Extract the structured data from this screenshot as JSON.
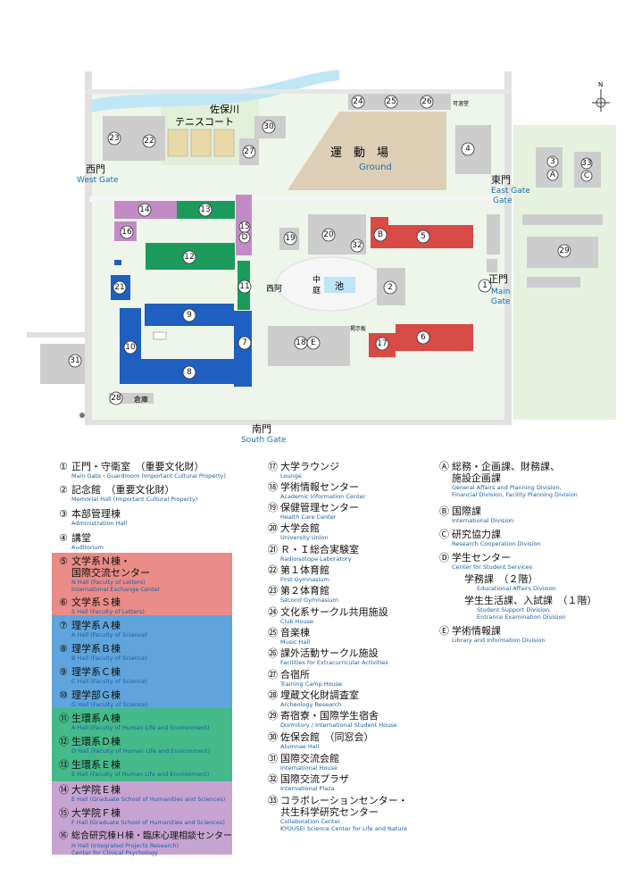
{
  "compass": "N",
  "river": "佐保川",
  "places": {
    "tennis": "テニスコート",
    "ground_jp": "運　動　場",
    "ground_en": "Ground",
    "pond": "池",
    "courtyard": "中庭",
    "west_arbor": "西阿",
    "keiji": "掲示板",
    "soko": "倉庫",
    "kasoujo": "可溶堂"
  },
  "gates": {
    "west": {
      "jp": "西門",
      "en": "West Gate"
    },
    "east": {
      "jp": "東門",
      "en": "East Gate"
    },
    "main": {
      "jp": "正門",
      "en": "Main Gate"
    },
    "south": {
      "jp": "南門",
      "en": "South Gate"
    }
  },
  "map_numbers": [
    "1",
    "2",
    "3",
    "4",
    "5",
    "6",
    "7",
    "8",
    "9",
    "10",
    "11",
    "12",
    "13",
    "14",
    "15",
    "16",
    "17",
    "18",
    "19",
    "20",
    "21",
    "22",
    "23",
    "24",
    "25",
    "26",
    "27",
    "28",
    "29",
    "30",
    "31",
    "32",
    "33",
    "A",
    "B",
    "C",
    "D",
    "E"
  ],
  "colors": {
    "red": "#d84a45",
    "blue": "#1f5fbf",
    "green": "#1b9a5c",
    "purple": "#c38bc5",
    "building": "#cdcdcd",
    "ground": "#dccfb6",
    "grass": "#e6f1df",
    "river": "#bfe6f5",
    "band_red": "#e98b86",
    "band_blue": "#5fa4dc",
    "band_green": "#44b98a",
    "band_purple": "#c7a3d1"
  },
  "legend_col1": [
    {
      "mark": "①",
      "jp": "正門・守衛室　（重要文化財）",
      "en": [
        "Main Gate・Guardroom (Important Cultural Property)"
      ]
    },
    {
      "mark": "②",
      "jp": "記念館　（重要文化財）",
      "en": [
        "Memorial Hall (Important Cultural Property)"
      ]
    },
    {
      "mark": "③",
      "jp": "本部管理棟",
      "en": [
        "Administration Hall"
      ]
    },
    {
      "mark": "④",
      "jp": "講堂",
      "en": [
        "Auditorium"
      ]
    },
    {
      "mark": "⑤",
      "jp": "文学系Ｎ棟・",
      "jp2": "国際交流センター",
      "en": [
        "N Hall (Faculty of Letters)",
        "International Exchange Center"
      ]
    },
    {
      "mark": "⑥",
      "jp": "文学系Ｓ棟",
      "en": [
        "S Hall (Faculty of Letters)"
      ]
    },
    {
      "mark": "⑦",
      "jp": "理学系Ａ棟",
      "en": [
        "A Hall (Faculty of Science)"
      ]
    },
    {
      "mark": "⑧",
      "jp": "理学系Ｂ棟",
      "en": [
        "B Hall (Faculty of Science)"
      ]
    },
    {
      "mark": "⑨",
      "jp": "理学系Ｃ棟",
      "en": [
        "C Hall (Faculty of Science)"
      ]
    },
    {
      "mark": "⑩",
      "jp": "理学部Ｇ棟",
      "en": [
        "G Hall (Faculty of Science)"
      ]
    },
    {
      "mark": "⑪",
      "jp": "生環系Ａ棟",
      "en": [
        "A Hall (Faculty of Human Life and Environment)"
      ]
    },
    {
      "mark": "⑫",
      "jp": "生環系Ｄ棟",
      "en": [
        "D Hall (Faculty of Human Life and Environment)"
      ]
    },
    {
      "mark": "⑬",
      "jp": "生環系Ｅ棟",
      "en": [
        "E Hall (Faculty of Human Life and Environment)"
      ]
    },
    {
      "mark": "⑭",
      "jp": "大学院Ｅ棟",
      "en": [
        "E Hall (Graduate School of Humanities and Sciences)"
      ]
    },
    {
      "mark": "⑮",
      "jp": "大学院Ｆ棟",
      "en": [
        "F Hall (Graduate School of Humanities and Sciences)"
      ]
    },
    {
      "mark": "⑯",
      "jp": "総合研究棟Ｈ棟・臨床心理相談センター",
      "en": [
        "H Hall (Integrated Projects Research)",
        "Center for Clinical Psychology"
      ]
    }
  ],
  "legend_col2": [
    {
      "mark": "⑰",
      "jp": "大学ラウンジ",
      "en": [
        "Lounge"
      ]
    },
    {
      "mark": "⑱",
      "jp": "学術情報センター",
      "en": [
        "Academic Information Center"
      ]
    },
    {
      "mark": "⑲",
      "jp": "保健管理センター",
      "en": [
        "Health Care Center"
      ]
    },
    {
      "mark": "⑳",
      "jp": "大学会館",
      "en": [
        "University Union"
      ]
    },
    {
      "mark": "㉑",
      "jp": "Ｒ・Ｉ総合実験室",
      "en": [
        "Radioisotope Laboratory"
      ]
    },
    {
      "mark": "㉒",
      "jp": "第１体育館",
      "en": [
        "First Gymnasium"
      ]
    },
    {
      "mark": "㉓",
      "jp": "第２体育館",
      "en": [
        "Second Gymnasium"
      ]
    },
    {
      "mark": "㉔",
      "jp": "文化系サークル共用施設",
      "en": [
        "Club House"
      ]
    },
    {
      "mark": "㉕",
      "jp": "音楽棟",
      "en": [
        "Music Hall"
      ]
    },
    {
      "mark": "㉖",
      "jp": "課外活動サークル施設",
      "en": [
        "Facilities for Extracurricular Activities"
      ]
    },
    {
      "mark": "㉗",
      "jp": "合宿所",
      "en": [
        "Training Camp House"
      ]
    },
    {
      "mark": "㉘",
      "jp": "埋蔵文化財調査室",
      "en": [
        "Archeology Research"
      ]
    },
    {
      "mark": "㉙",
      "jp": "寄宿寮・国際学生宿舎",
      "en": [
        "Dormitory / International Student House"
      ]
    },
    {
      "mark": "㉚",
      "jp": "佐保会館　（同窓会）",
      "en": [
        "Alumnae Hall"
      ]
    },
    {
      "mark": "㉛",
      "jp": "国際交流会館",
      "en": [
        "International House"
      ]
    },
    {
      "mark": "㉜",
      "jp": "国際交流プラザ",
      "en": [
        "International Plaza"
      ]
    },
    {
      "mark": "㉝",
      "jp": "コラボレーションセンター・",
      "jp2": "共生科学研究センター",
      "en": [
        "Collaboration Center",
        "KYOUSEI  Science Center for Life and Nature"
      ]
    }
  ],
  "legend_col3": [
    {
      "mark": "Ⓐ",
      "jp": "総務・企画課、財務課、",
      "jp2": "施設企画課",
      "en": [
        "General Affairs and Planning Division,",
        "Financial Division, Facility Planning Division"
      ]
    },
    {
      "mark": "Ⓑ",
      "jp": "国際課",
      "en": [
        "International Division"
      ]
    },
    {
      "mark": "Ⓒ",
      "jp": "研究協力課",
      "en": [
        "Research Cooperation Division"
      ]
    },
    {
      "mark": "Ⓓ",
      "jp": "学生センター",
      "en": [
        "Center for Student Services"
      ]
    },
    {
      "mark": "",
      "jp": "学務課　（２階）",
      "en": [
        "Educational Affairs Division"
      ],
      "indent": true
    },
    {
      "mark": "",
      "jp": "学生生活課、入試課　（１階）",
      "en": [
        "Student Support Division,",
        "Entrance Examination Division"
      ],
      "indent": true
    },
    {
      "mark": "Ⓔ",
      "jp": "学術情報課",
      "en": [
        "Library and Information Division"
      ]
    }
  ]
}
